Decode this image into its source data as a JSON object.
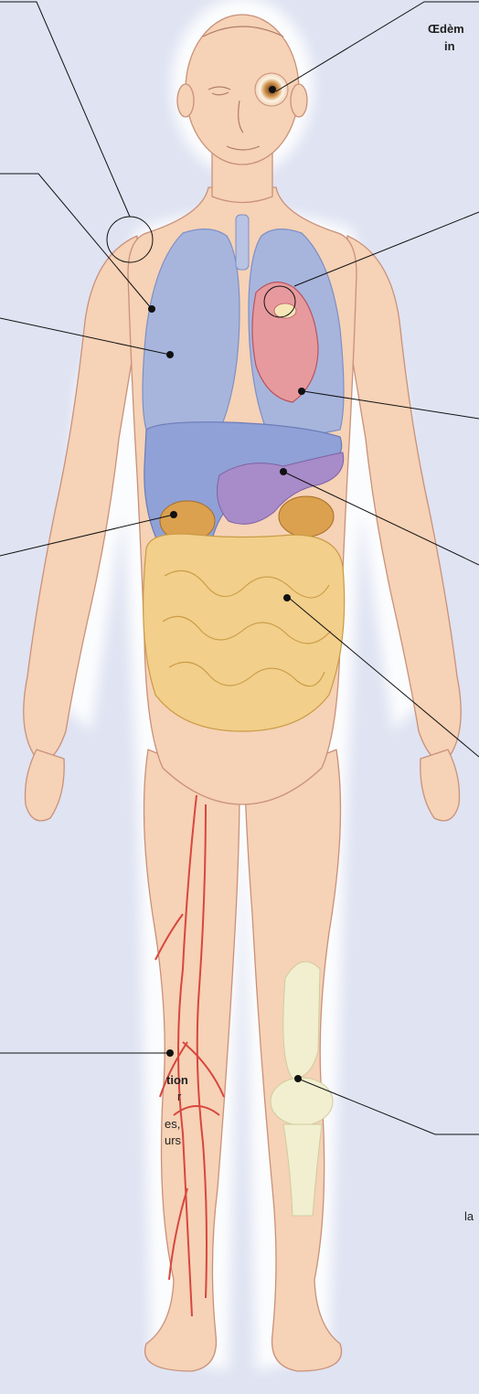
{
  "labels": {
    "eye_line1": "Œdèm",
    "eye_line2": "in",
    "leg_line1": "tion",
    "leg_line2": "r",
    "leg_line3": "es,",
    "leg_line4": "urs",
    "knee_line1": "la"
  },
  "colors": {
    "background": "#dfe3f2",
    "skin": "#f6d2b6",
    "skin_outline": "#c9917a",
    "lung": "#a7b5dd",
    "heart": "#e79a9e",
    "liver": "#8fa1d6",
    "pancreas": "#a88bc9",
    "kidney": "#dca14f",
    "intestine": "#f2cf8a",
    "vessel": "#d8463f",
    "knee": "#f1efcf",
    "leader_line": "#111111"
  }
}
